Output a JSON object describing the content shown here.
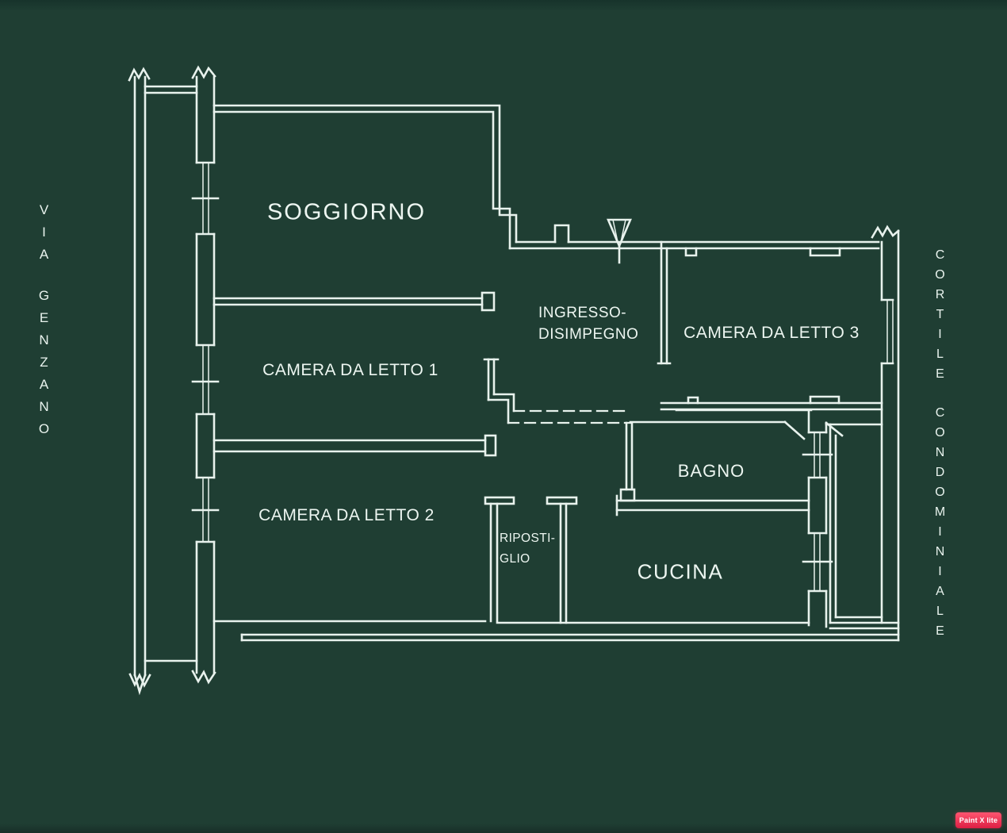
{
  "rooms": {
    "soggiorno": {
      "label": "SOGGIORNO"
    },
    "ingresso": {
      "line1": "INGRESSO-",
      "line2": "DISIMPEGNO"
    },
    "camera1": {
      "label": "CAMERA DA LETTO 1"
    },
    "camera2": {
      "label": "CAMERA DA LETTO 2"
    },
    "camera3": {
      "label": "CAMERA DA LETTO 3"
    },
    "bagno": {
      "label": "BAGNO"
    },
    "cucina": {
      "label": "CUCINA"
    },
    "ripostiglio": {
      "line1": "RIPOSTI-",
      "line2": "GLIO"
    }
  },
  "streets": {
    "left": {
      "word1": "VIA",
      "word2": "GENZANO"
    },
    "right": {
      "word1": "CORTILE",
      "word2": "CONDOMINIALE"
    }
  },
  "watermark": {
    "label": "Paint X lite"
  },
  "colors": {
    "background": "#1f3e33",
    "line": "#e8f2ed",
    "label_text": "#edf6f1",
    "watermark_top": "#ff5570",
    "watermark_bottom": "#dd1f44",
    "watermark_text": "#ffffff"
  }
}
